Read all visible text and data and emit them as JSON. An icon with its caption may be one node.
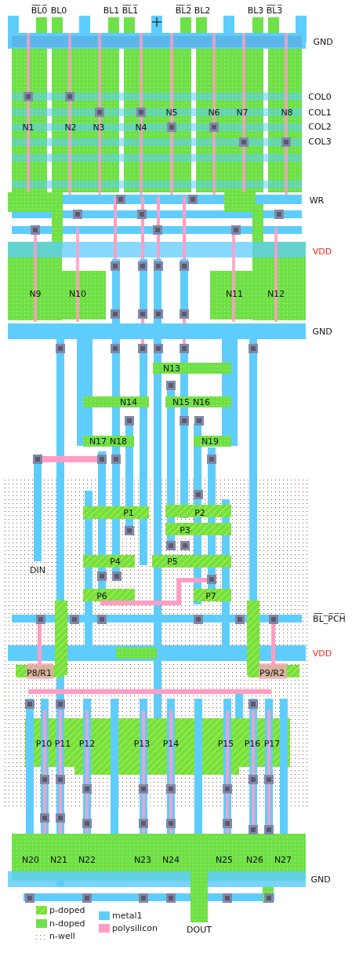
{
  "diagram": {
    "labels": [
      "B̅L̅0̅",
      "BL0",
      "BL1",
      "B̅L̅1̅",
      "B̅L̅2̅",
      "BL2",
      "BL3",
      "B̅L̅3̅",
      "GND",
      "COL0",
      "N5",
      "N6",
      "N7",
      "N8",
      "COL1",
      "N1",
      "N2",
      "N3",
      "N4",
      "COL2",
      "COL3",
      "WR",
      "VDD",
      "N9",
      "N10",
      "N11",
      "N12",
      "GND",
      "N13",
      "N14",
      "N15",
      "N16",
      "N17",
      "N18",
      "N19",
      "P1",
      "P2",
      "P3",
      "P4",
      "P5",
      "DIN",
      "P6",
      "P7",
      "B̅L̅_̅P̅C̅H̅",
      "VDD",
      "P8/R1",
      "P9/R2",
      "P10",
      "P11",
      "P12",
      "P13",
      "P14",
      "P15",
      "P16",
      "P17",
      "N20",
      "N21",
      "N22",
      "N23",
      "N24",
      "N25",
      "N26",
      "N27",
      "GND",
      "DOUT"
    ],
    "legend": [
      {
        "text": "p-doped"
      },
      {
        "text": "n-doped",
        "color": "#6ee04a"
      },
      {
        "text": "n-well"
      },
      {
        "text": "metal1",
        "color": "#5fcdfc"
      },
      {
        "text": "polysilicon",
        "color": "#ff9ec4"
      }
    ]
  }
}
